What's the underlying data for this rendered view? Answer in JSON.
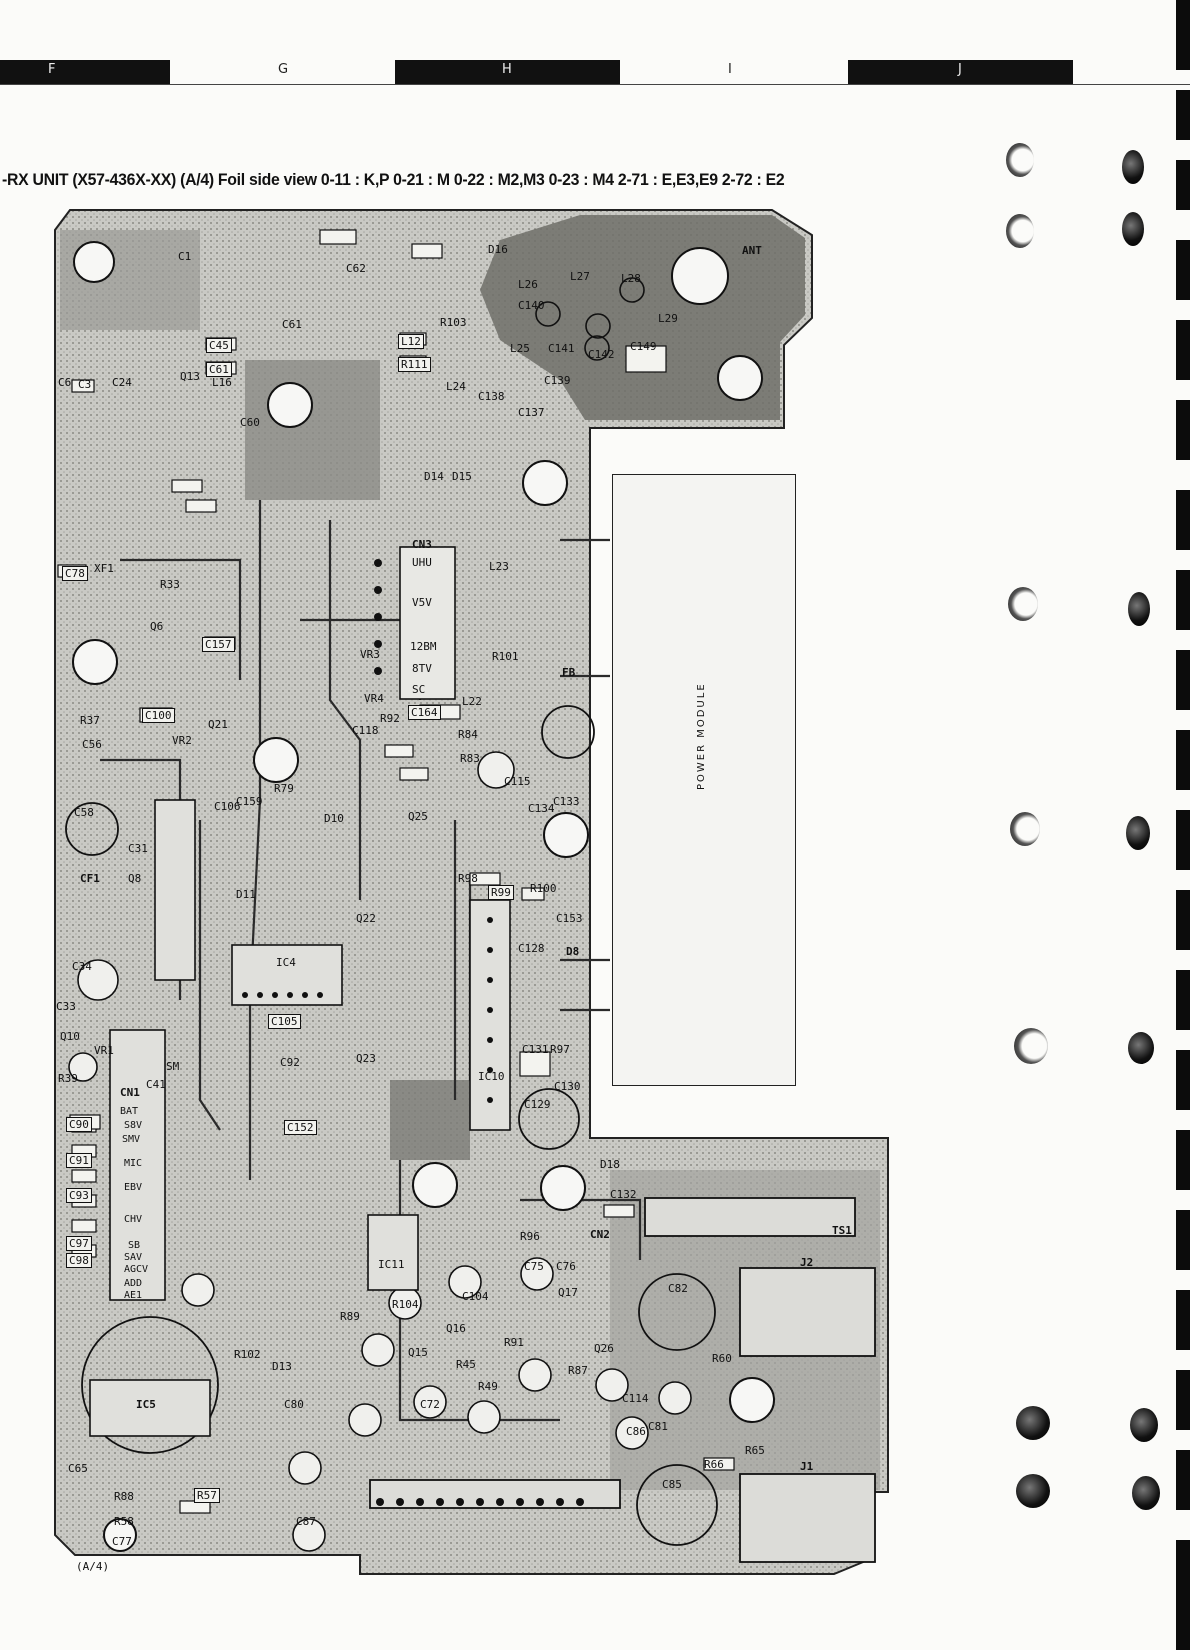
{
  "columns": [
    {
      "letter": "F",
      "style": "black"
    },
    {
      "letter": "G",
      "style": "white"
    },
    {
      "letter": "H",
      "style": "black"
    },
    {
      "letter": "I",
      "style": "white"
    },
    {
      "letter": "J",
      "style": "black"
    }
  ],
  "title": "-RX UNIT (X57-436X-XX) (A/4) Foil side view  0-11 : K,P  0-21 : M  0-22 : M2,M3  0-23 : M4  2-71 : E,E3,E9  2-72 : E2",
  "board": {
    "sheet_label": "(A/4)",
    "module_label": "POWER  MODULE",
    "component_labels": [
      "ANT",
      "D16",
      "L26",
      "L27",
      "L28",
      "L29",
      "C140",
      "C141",
      "C142",
      "C149",
      "C139",
      "C137",
      "C138",
      "L24",
      "L25",
      "L12",
      "R111",
      "D14",
      "D15",
      "CN3",
      "L23",
      "R101",
      "FB",
      "L22",
      "C164",
      "R92",
      "C118",
      "R84",
      "R83",
      "C115",
      "C134",
      "C133",
      "R98",
      "R99",
      "R100",
      "C153",
      "D8",
      "C128",
      "C131",
      "R97",
      "C130",
      "C129",
      "C132",
      "D18",
      "TS1",
      "J2",
      "C82",
      "R60",
      "J1",
      "C85",
      "R66",
      "R65",
      "C86",
      "C87",
      "C1",
      "C3",
      "C6",
      "C24",
      "Q13",
      "L16",
      "C45",
      "C61",
      "C60",
      "R33",
      "C78",
      "XF1",
      "Q6",
      "C157",
      "R37",
      "C56",
      "VR2",
      "VR3",
      "VR4",
      "C100",
      "Q21",
      "C58",
      "C31",
      "Q8",
      "CF1",
      "C34",
      "C33",
      "Q10",
      "VR1",
      "R39",
      "CN1",
      "C41",
      "SM",
      "C90",
      "C91",
      "C93",
      "C98",
      "C97",
      "IC5",
      "R57",
      "R58",
      "C77",
      "R88",
      "C65",
      "IC4",
      "C105",
      "C106",
      "C159",
      "R79",
      "D10",
      "Q25",
      "D11",
      "Q22",
      "Q23",
      "C92",
      "C152",
      "IC11",
      "IC10",
      "R104",
      "R89",
      "Q15",
      "Q16",
      "C104",
      "R45",
      "R49",
      "C72",
      "C75",
      "C76",
      "Q17",
      "R87",
      "C114",
      "Q26",
      "CN2",
      "C81",
      "R91",
      "R96",
      "C61",
      "C62",
      "C80",
      "D13",
      "R102",
      "R103"
    ],
    "cn3_pins": [
      "UHU",
      "V5V",
      "12BM",
      "8TV",
      "SC"
    ],
    "cn1_pins": [
      "BAT",
      "S8V",
      "SMV",
      "MIC",
      "EBV",
      "CHV",
      "SB",
      "SAV",
      "AGCV",
      "ADD",
      "AE1"
    ]
  }
}
